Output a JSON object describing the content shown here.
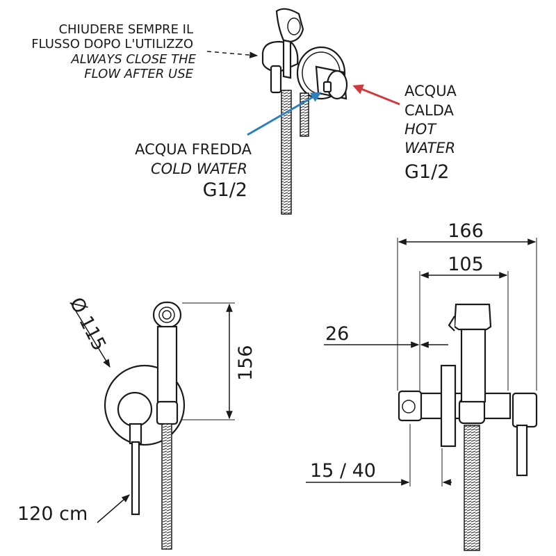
{
  "notes": {
    "close_it_1": "CHIUDERE SEMPRE IL",
    "close_it_2": "FLUSSO DOPO L'UTILIZZO",
    "close_en_1": "ALWAYS CLOSE THE",
    "close_en_2": "FLOW AFTER  USE"
  },
  "cold": {
    "it": "ACQUA FREDDA",
    "en": "COLD WATER",
    "thread": "G1/2",
    "color": "#2b7fc0"
  },
  "hot": {
    "it_1": "ACQUA",
    "it_2": "CALDA",
    "en_1": "HOT",
    "en_2": "WATER",
    "thread": "G1/2",
    "color": "#d03a3f"
  },
  "dimensions": {
    "diameter": "Ø 115",
    "height": "156",
    "hose": "120 cm",
    "width_total": "166",
    "width_partial": "105",
    "depth_small": "26",
    "depth_range": "15 / 40"
  }
}
